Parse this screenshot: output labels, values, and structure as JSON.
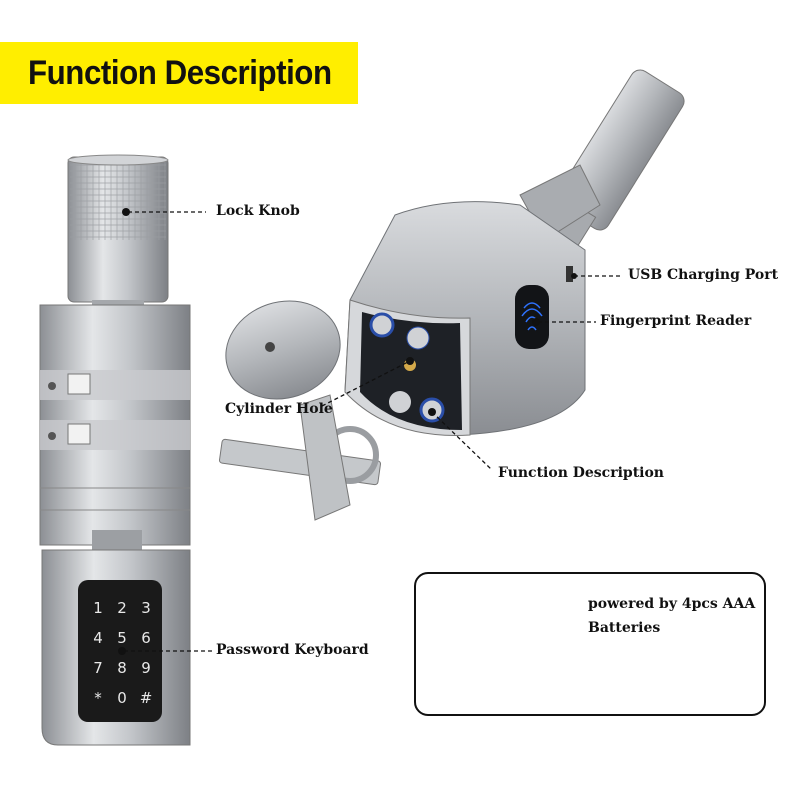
{
  "title": "Function Description",
  "colors": {
    "banner": "#ffee00",
    "metal": "#b9bcc0",
    "keypad": "#1a1a1a",
    "battery_green": "#3ec23a"
  },
  "callouts": {
    "lock_knob": "Lock Knob",
    "usb_port": "USB Charging Port",
    "fingerprint": "Fingerprint Reader",
    "cylinder_hole": "Cylinder Hole",
    "function_desc": "Function Description",
    "password_keyboard": "Password Keyboard"
  },
  "keypad": {
    "keys": [
      "1",
      "2",
      "3",
      "4",
      "5",
      "6",
      "7",
      "8",
      "9",
      "*",
      "0",
      "#"
    ]
  },
  "battery": {
    "line1": "powered by 4pcs AAA",
    "line2": "Batteries"
  },
  "icons": [
    "fingerprint-icon",
    "battery-icon",
    "key-icon"
  ]
}
